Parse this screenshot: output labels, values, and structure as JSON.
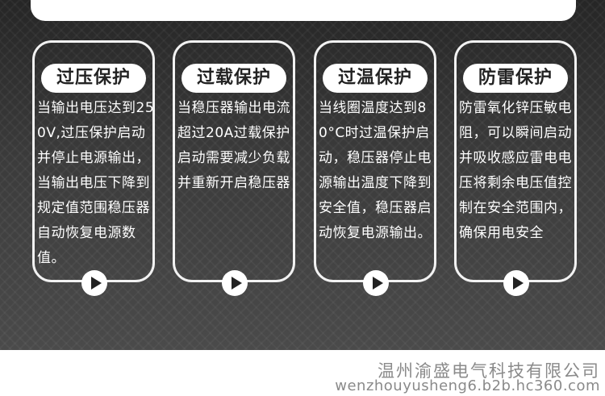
{
  "cards": [
    {
      "title": "过压保护",
      "text": "当输出电压达到250V,过压保护启动并停止电源输出，当输出电压下降到规定值范围稳压器自动恢复电源数值。"
    },
    {
      "title": "过载保护",
      "text": "当稳压器输出电流超过20A过载保护启动需要减少负载并重新开启稳压器"
    },
    {
      "title": "过温保护",
      "text": "当线圈温度达到80°C时过温保护启动，稳压器停止电源输出温度下降到安全值，稳压器启动恢复电源输出。"
    },
    {
      "title": "防雷保护",
      "text": "防雷氧化锌压敏电阻，可以瞬间启动并吸收感应雷电电压将剩余电压值控制在安全范围内，确保用电安全"
    }
  ],
  "icons": {
    "play": "play-icon"
  },
  "footer": {
    "company": "温州渝盛电气科技有限公司",
    "website": "wenzhouyusheng6.b2b.hc360.com"
  }
}
